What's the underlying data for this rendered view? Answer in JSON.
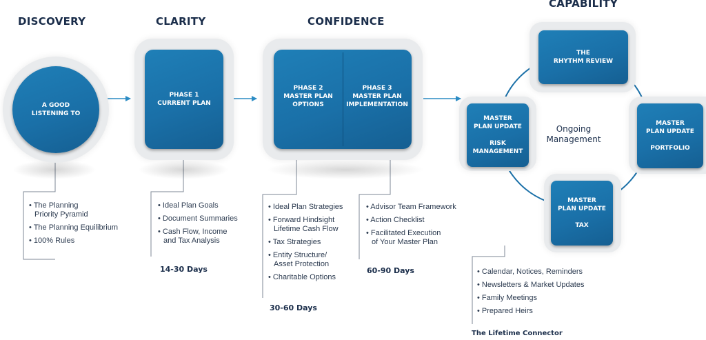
{
  "headings": {
    "discovery": "DISCOVERY",
    "clarity": "CLARITY",
    "confidence": "CONFIDENCE",
    "capability": "CAPABILITY"
  },
  "discovery": {
    "circle_text": "A GOOD\nLISTENING TO",
    "bullets": [
      "• The Planning\nPriority Pyramid",
      "• The Planning Equilibrium",
      "• 100% Rules"
    ]
  },
  "clarity": {
    "box_text": "PHASE 1\nCURRENT PLAN",
    "bullets": [
      "• Ideal Plan Goals",
      "• Document Summaries",
      "• Cash Flow, Income\nand Tax Analysis"
    ],
    "days": "14-30 Days"
  },
  "confidence": {
    "phase2_text": "PHASE 2\nMASTER PLAN\nOPTIONS",
    "phase3_text": "PHASE 3\nMASTER PLAN\nIMPLEMENTATION",
    "phase2_bullets": [
      "• Ideal Plan Strategies",
      "• Forward Hindsight\nLifetime Cash Flow",
      "• Tax Strategies",
      "• Entity Structure/\nAsset Protection",
      "• Charitable Options"
    ],
    "phase2_days": "30-60 Days",
    "phase3_bullets": [
      "• Advisor Team Framework",
      "• Action Checklist",
      "• Facilitated Execution\nof Your Master Plan"
    ],
    "phase3_days": "60-90 Days"
  },
  "capability": {
    "rhythm_text": "THE\nRHYTHM REVIEW",
    "portfolio_text": "MASTER\nPLAN UPDATE\n\nPORTFOLIO",
    "tax_text": "MASTER\nPLAN UPDATE\n\nTAX",
    "risk_text": "MASTER\nPLAN UPDATE\n\nRISK\nMANAGEMENT",
    "center_text": "Ongoing\nManagement",
    "bullets": [
      "• Calendar, Notices, Reminders",
      "• Newsletters & Market Updates",
      "• Family Meetings",
      "• Prepared Heirs"
    ],
    "footer": "The Lifetime Connector"
  },
  "colors": {
    "box_blue": "#1a70a8",
    "heading_navy": "#1a2d4a",
    "arrow_blue": "#2a8bc4"
  }
}
